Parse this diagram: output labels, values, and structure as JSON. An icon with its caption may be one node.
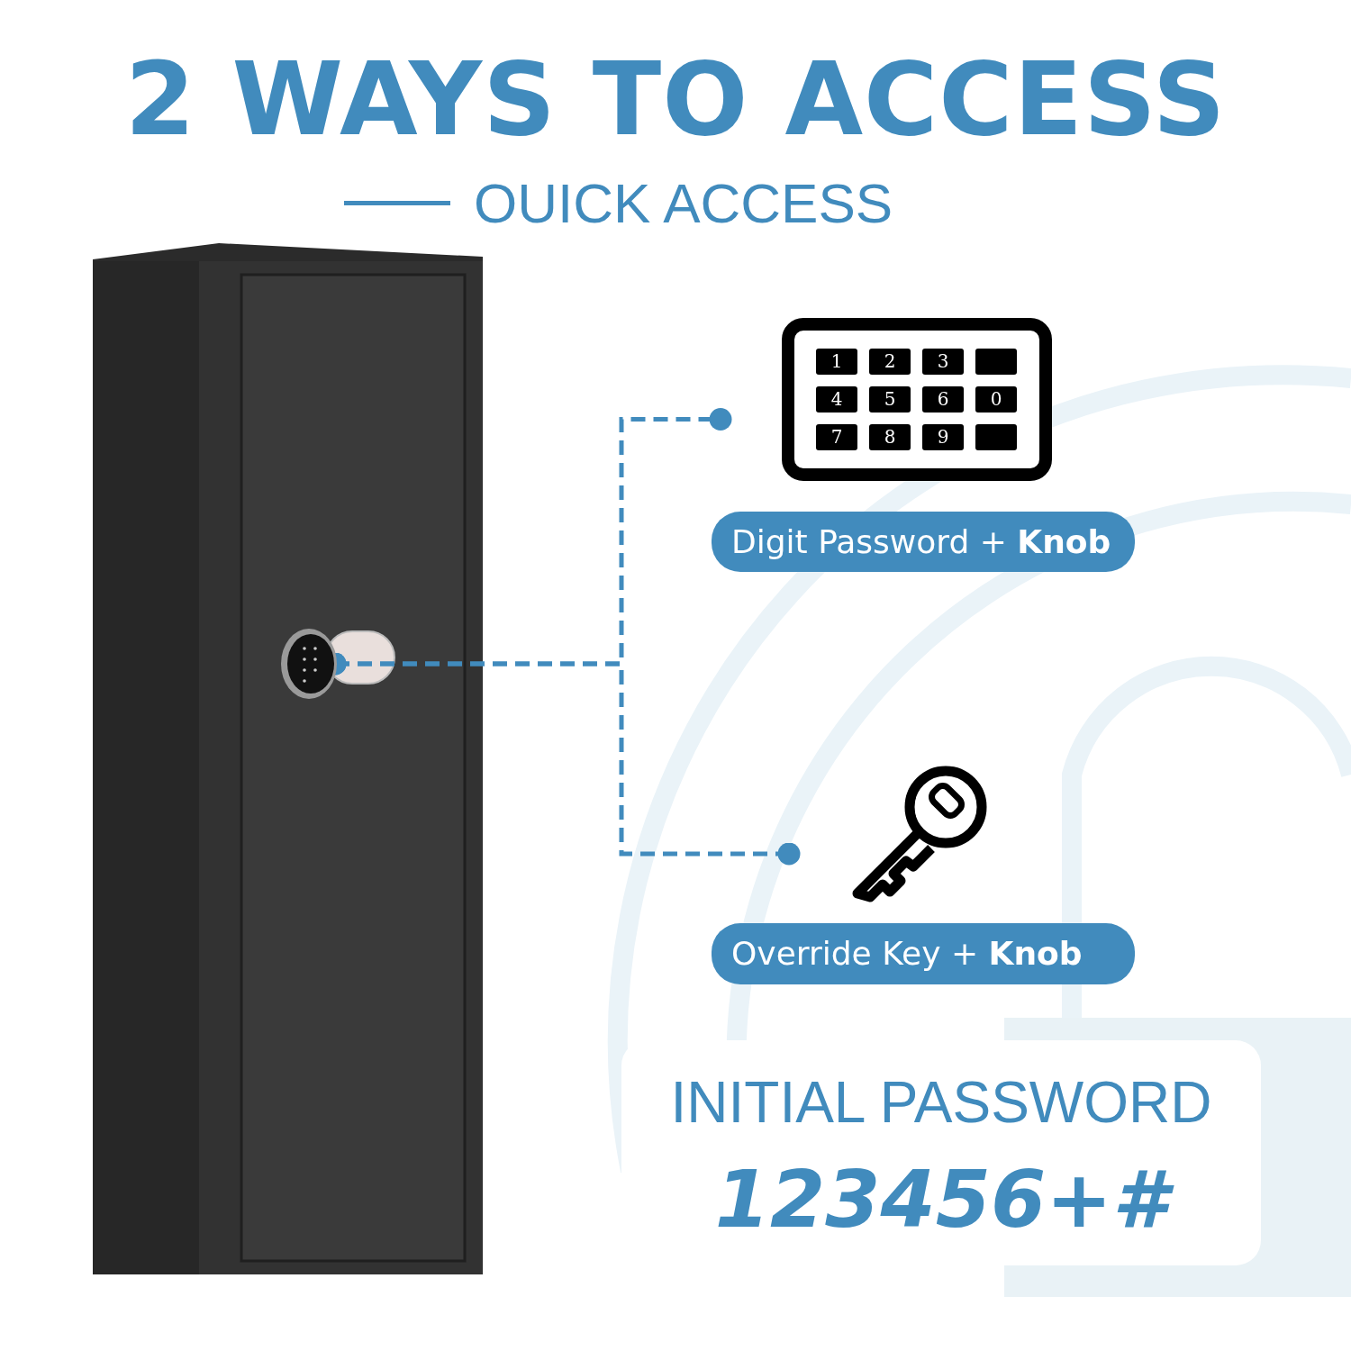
{
  "diagram": {
    "title": "2 WAYS TO ACCESS",
    "nodes": [
      {
        "text": [],
        "shape": "picture"
      },
      {
        "text": [],
        "shape": "picture"
      },
      {
        "text": [
          "Digit Password + **Knob**"
        ]
      },
      {
        "text": [],
        "shape": "picture"
      },
      {
        "text": [
          "Override Key + **Knob**"
        ]
      },
      {
        "text": [
          "INITIAL PASSWORD",
          "123456+#"
        ]
      }
    ],
    "edges": [
      {
        "from": 0,
        "to": 1,
        "arrow": "other",
        "style": "dashed"
      },
      {
        "from": 0,
        "to": 3,
        "arrow": "other",
        "style": "dashed"
      }
    ],
    "labels": [
      "OUICK ACCESS",
      "1",
      "2",
      "3",
      "4",
      "5",
      "6",
      "0",
      "7",
      "8",
      "9"
    ]
  }
}
